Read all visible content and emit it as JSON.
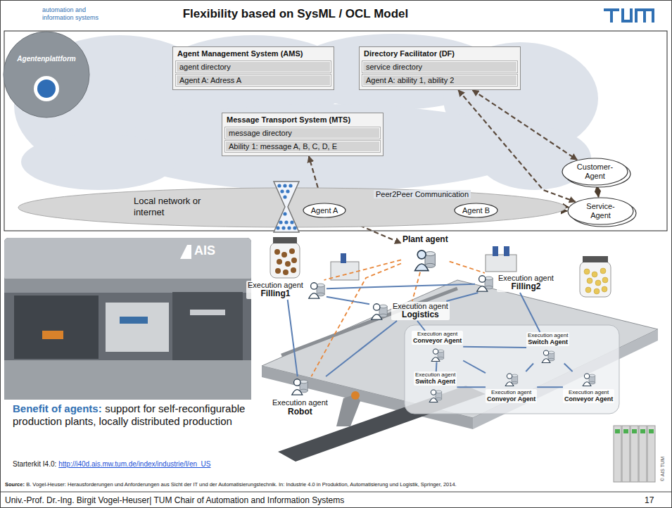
{
  "diagram": {
    "title": "Flexibility based on SysML / OCL Model",
    "nodes": [
      {
        "text": [
          "Agentenplattform"
        ]
      },
      {
        "text": [
          "Agent Management System (AMS)",
          "agent directory",
          "Agent A: Adress A"
        ]
      },
      {
        "text": [
          "Directory Facilitator (DF)",
          "service directory",
          "Agent A: ability 1, ability 2"
        ]
      },
      {
        "text": [
          "Message Transport System (MTS)",
          "message directory",
          "Ability 1: message A, B, C, D, E"
        ]
      },
      {
        "text": [
          "Customer-Agent"
        ]
      },
      {
        "text": [
          "Service-Agent"
        ]
      },
      {
        "text": [
          "Local network or internet"
        ]
      },
      {
        "text": [
          "Agent A"
        ],
        "in": 6
      },
      {
        "text": [
          "Agent B"
        ],
        "in": 6
      },
      {
        "text": [
          "Plant agent"
        ]
      },
      {
        "text": [
          "Execution agent",
          "Filling1"
        ]
      },
      {
        "text": [
          "Execution agent",
          "Filling2"
        ]
      },
      {
        "text": [
          "Execution agent",
          "Logistics"
        ]
      },
      {
        "text": [
          "Execution agent",
          "Robot"
        ]
      },
      {
        "text": [
          "Execution agent",
          "Conveyor Agent"
        ]
      },
      {
        "text": [
          "Execution agent",
          "Switch Agent"
        ]
      },
      {
        "text": [
          "Execution agent",
          "Switch Agent"
        ]
      },
      {
        "text": [
          "Execution agent",
          "Conveyor Agent"
        ]
      },
      {
        "text": [
          "Execution agent",
          "Conveyor Agent"
        ]
      }
    ],
    "edges": [
      {
        "from": 7,
        "to": 3,
        "arrow": "both"
      },
      {
        "from": 2,
        "to": 4,
        "arrow": "both"
      },
      {
        "from": 2,
        "to": 5,
        "arrow": "both"
      },
      {
        "from": 4,
        "to": 5,
        "arrow": "both"
      },
      {
        "from": 7,
        "to": 5,
        "arrow": "both",
        "label": "Peer2Peer Communication"
      },
      {
        "from": 7,
        "to": 8,
        "arrow": "both"
      },
      {
        "from": 8,
        "to": 5,
        "arrow": "both"
      },
      {
        "from": 7,
        "to": 9,
        "arrow": "both"
      },
      {
        "from": 9,
        "to": 10,
        "arrow": "none"
      },
      {
        "from": 9,
        "to": 11,
        "arrow": "none"
      },
      {
        "from": 9,
        "to": 12,
        "arrow": "none"
      },
      {
        "from": 9,
        "to": 13,
        "arrow": "none"
      },
      {
        "from": 10,
        "to": 11,
        "arrow": "none"
      },
      {
        "from": 10,
        "to": 12,
        "arrow": "none"
      },
      {
        "from": 10,
        "to": 13,
        "arrow": "none"
      },
      {
        "from": 12,
        "to": 11,
        "arrow": "none"
      },
      {
        "from": 12,
        "to": 13,
        "arrow": "none"
      },
      {
        "from": 12,
        "to": 14,
        "arrow": "none"
      },
      {
        "from": 11,
        "to": 15,
        "arrow": "none"
      },
      {
        "from": 14,
        "to": 15,
        "arrow": "none"
      },
      {
        "from": 14,
        "to": 16,
        "arrow": "none"
      },
      {
        "from": 14,
        "to": 17,
        "arrow": "none"
      },
      {
        "from": 15,
        "to": 17,
        "arrow": "none"
      },
      {
        "from": 15,
        "to": 18,
        "arrow": "none"
      },
      {
        "from": 16,
        "to": 17,
        "arrow": "none"
      },
      {
        "from": 17,
        "to": 18,
        "arrow": "none"
      }
    ],
    "labels": [
      "automation and information systems",
      "AIS",
      "Benefit of agents:",
      "support for self-reconfigurable production plants, locally distributed production",
      "Starterkit I4.0:",
      "http://i40d.ais.mw.tum.de/index/industrie/l/en_US",
      "Source:",
      "B. Vogel-Heuser: Herausforderungen und Anforderungen aus Sicht der IT und der Automatisierungstechnik. In: Industrie 4.0 in Produktion, Automatisierung und Logistik, Springer, 2014.",
      "© AIS TUM",
      "Univ.-Prof. Dr.-Ing. Birgit Vogel-Heuser| TUM Chair of Automation and Information Systems",
      "17"
    ]
  }
}
